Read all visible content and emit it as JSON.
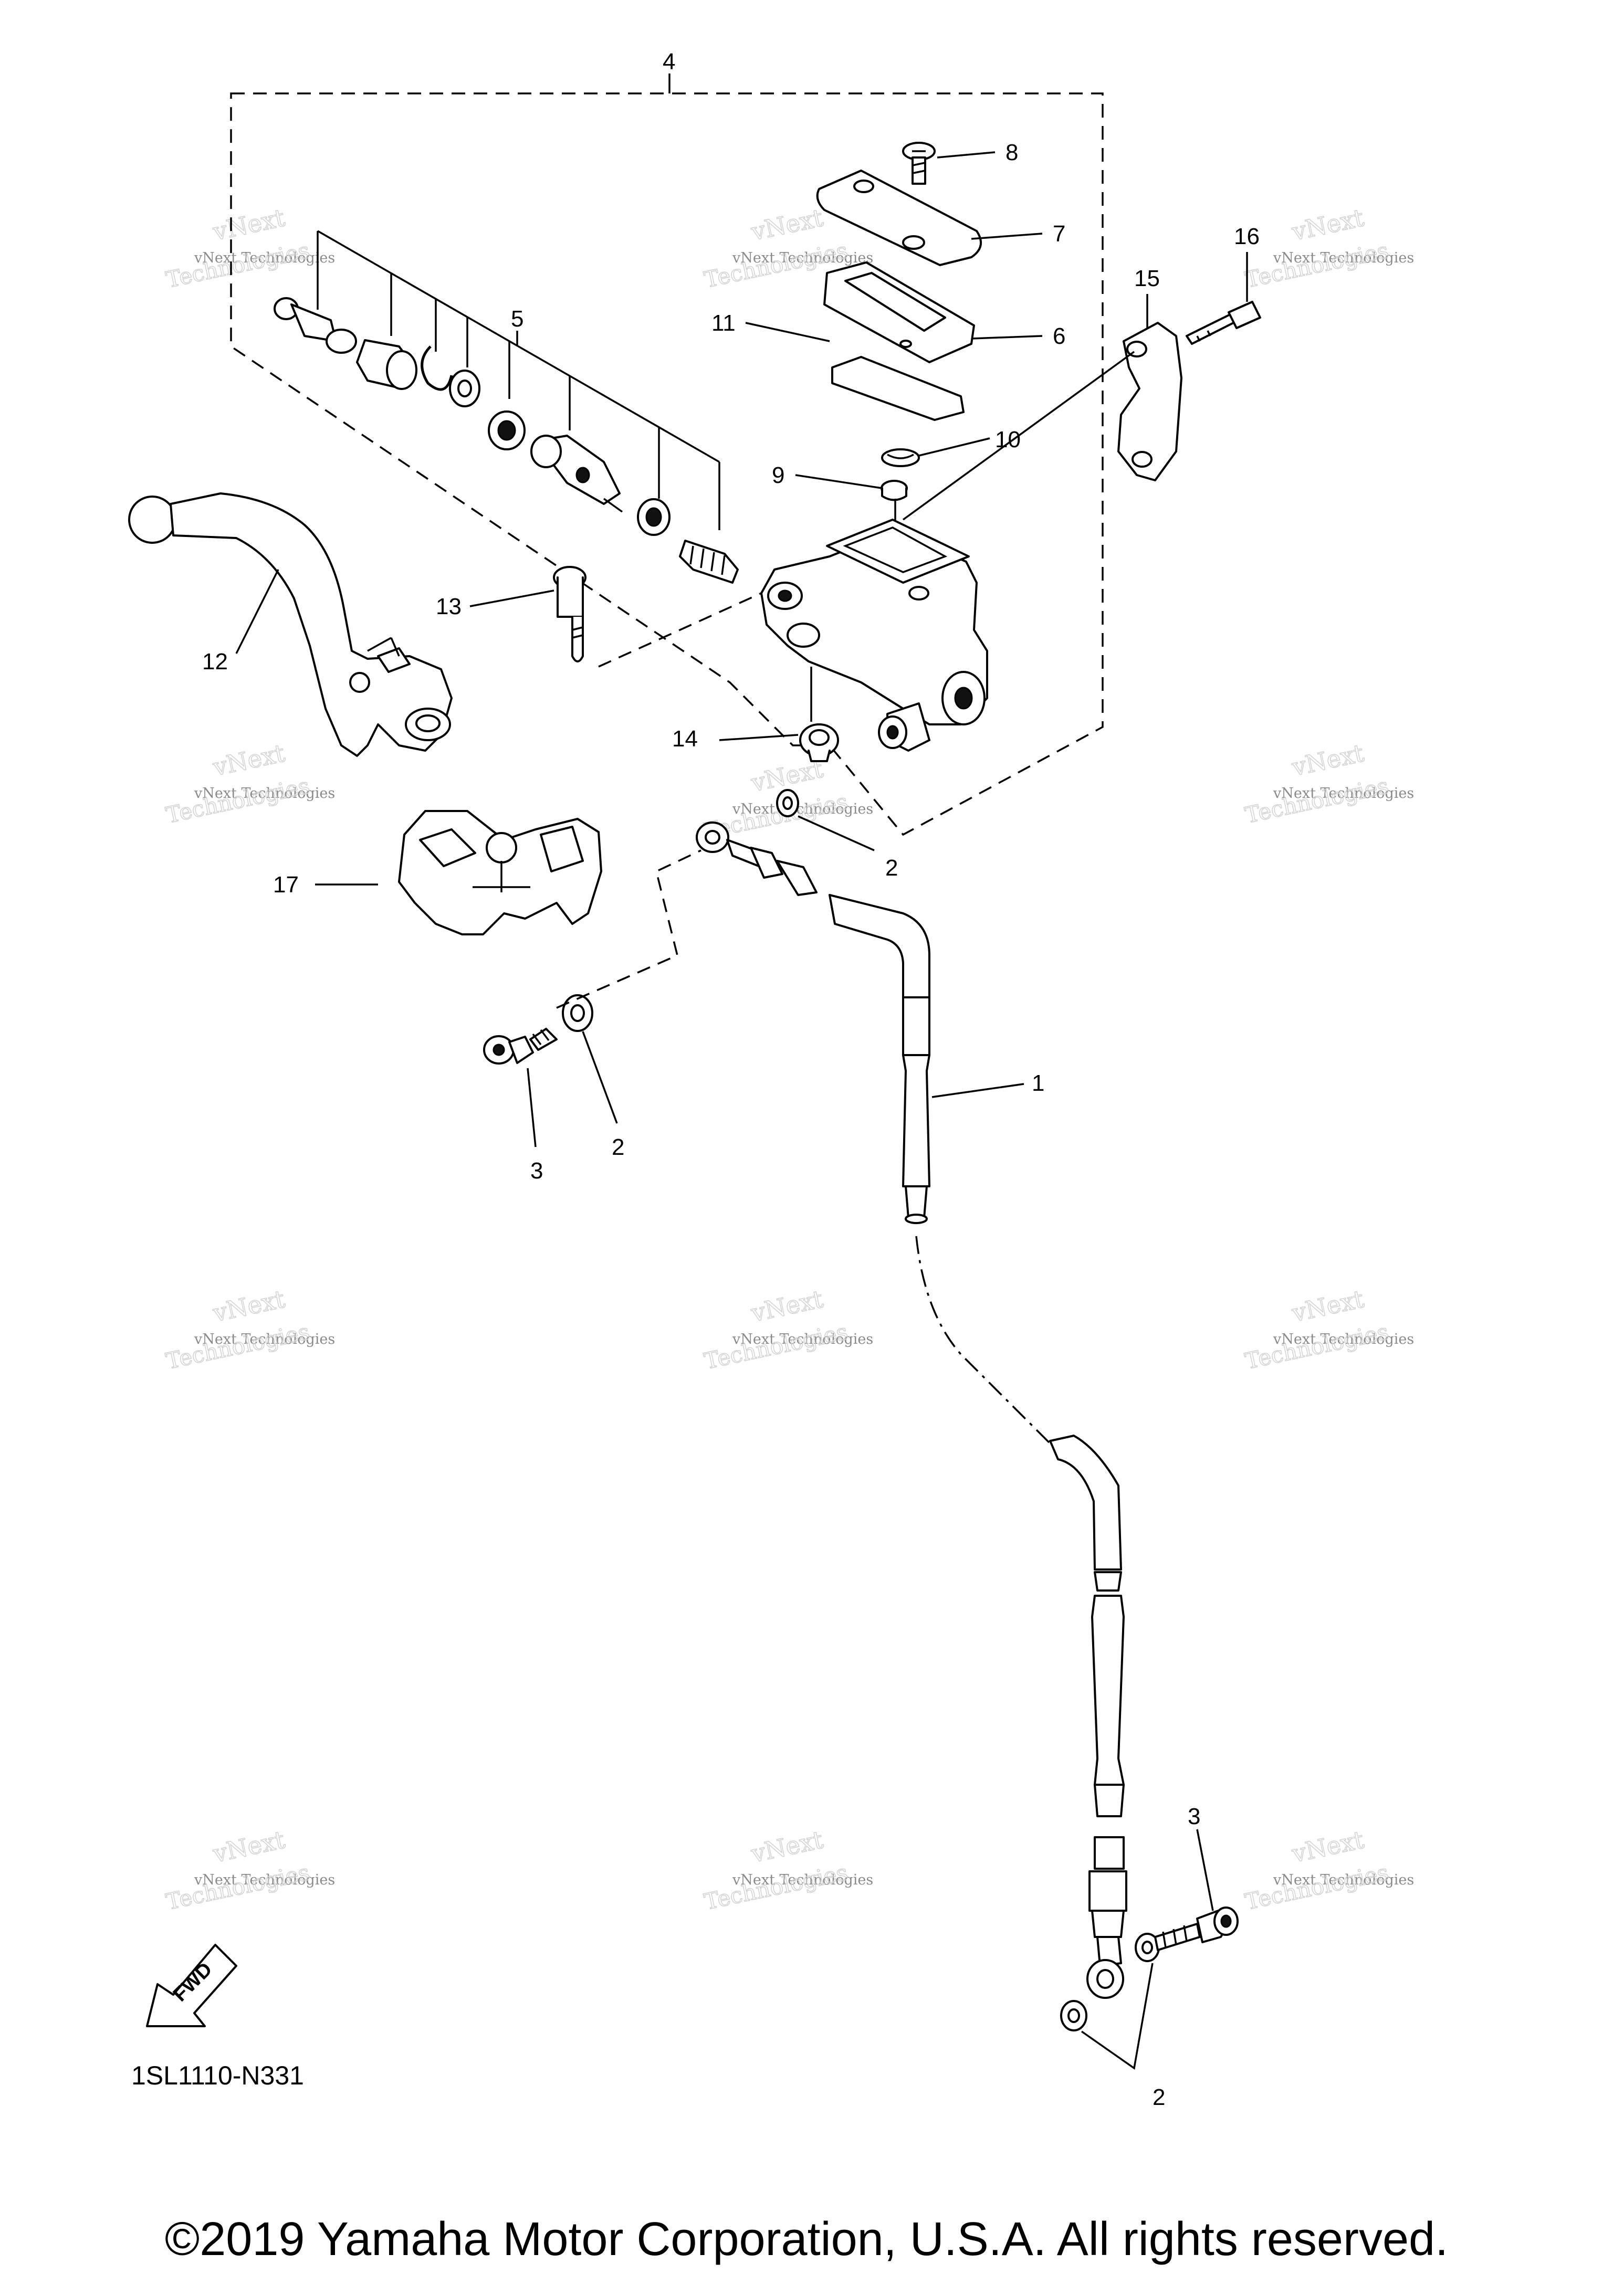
{
  "diagram_code": "1SL1110-N331",
  "copyright": "©2019 Yamaha Motor Corporation, U.S.A. All rights reserved.",
  "fwd_label": "FWD",
  "watermark": {
    "line1": "vNext Technologies",
    "line2": "vNext",
    "line3": "Technologies"
  },
  "callouts": {
    "c1": "1",
    "c2a": "2",
    "c2b": "2",
    "c2c": "2",
    "c3a": "3",
    "c3b": "3",
    "c4": "4",
    "c5": "5",
    "c6": "6",
    "c7": "7",
    "c8": "8",
    "c9": "9",
    "c10": "10",
    "c11": "11",
    "c12": "12",
    "c13": "13",
    "c14": "14",
    "c15": "15",
    "c16": "16",
    "c17": "17"
  },
  "icons": {
    "fwd_arrow": "fwd-arrow-icon"
  }
}
